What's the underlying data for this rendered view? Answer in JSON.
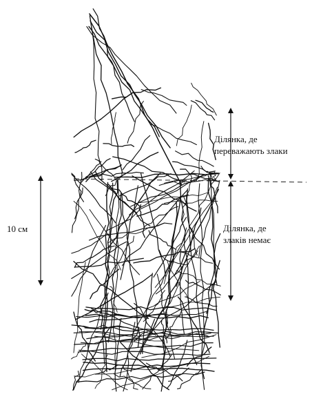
{
  "labels": {
    "scale": "10 см",
    "upper_line1": "Ділянка, де",
    "upper_line2": "переважають злаки",
    "lower_line1": "Ділянка, де",
    "lower_line2": "злаків немає"
  }
}
